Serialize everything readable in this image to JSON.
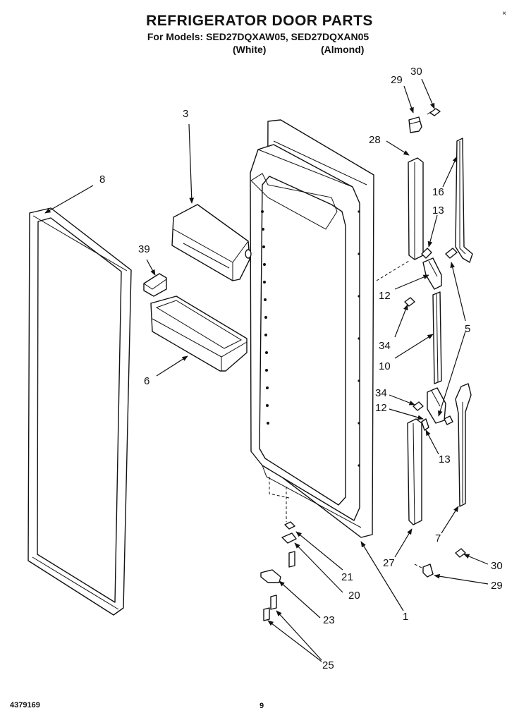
{
  "header": {
    "title": "REFRIGERATOR DOOR PARTS",
    "models_line": "For Models: SED27DQXAW05, SED27DQXAN05",
    "color_white": "(White)",
    "color_almond": "(Almond)"
  },
  "corner_mark": "×",
  "footer": {
    "doc_number": "4379169",
    "page_number": "9"
  },
  "callouts": [
    {
      "id": "c8",
      "text": "8"
    },
    {
      "id": "c3",
      "text": "3"
    },
    {
      "id": "c39",
      "text": "39"
    },
    {
      "id": "c6",
      "text": "6"
    },
    {
      "id": "c29a",
      "text": "29"
    },
    {
      "id": "c30a",
      "text": "30"
    },
    {
      "id": "c28",
      "text": "28"
    },
    {
      "id": "c16",
      "text": "16"
    },
    {
      "id": "c13a",
      "text": "13"
    },
    {
      "id": "c12a",
      "text": "12"
    },
    {
      "id": "c5",
      "text": "5"
    },
    {
      "id": "c34a",
      "text": "34"
    },
    {
      "id": "c10",
      "text": "10"
    },
    {
      "id": "c34b",
      "text": "34"
    },
    {
      "id": "c12b",
      "text": "12"
    },
    {
      "id": "c13b",
      "text": "13"
    },
    {
      "id": "c7",
      "text": "7"
    },
    {
      "id": "c27",
      "text": "27"
    },
    {
      "id": "c21",
      "text": "21"
    },
    {
      "id": "c20",
      "text": "20"
    },
    {
      "id": "c23",
      "text": "23"
    },
    {
      "id": "c25",
      "text": "25"
    },
    {
      "id": "c1",
      "text": "1"
    },
    {
      "id": "c30b",
      "text": "30"
    },
    {
      "id": "c29b",
      "text": "29"
    }
  ]
}
